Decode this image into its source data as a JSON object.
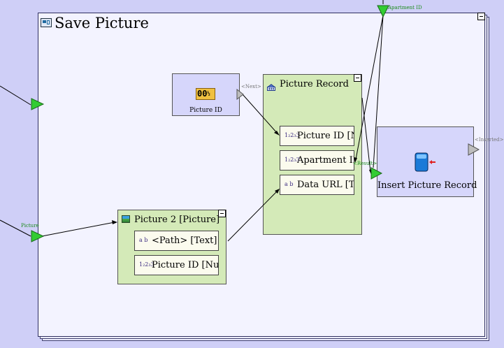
{
  "frame": {
    "title": "Save Picture"
  },
  "nodes": {
    "picture_id_counter": {
      "label": "Picture ID",
      "icon_text": "00"
    },
    "picture_record": {
      "title": "Picture Record",
      "fields": [
        {
          "type_icon": "1₂2₃3",
          "text": "Picture ID  [N"
        },
        {
          "type_icon": "1₂2₃3",
          "text": "Apartment ID"
        },
        {
          "type_icon": "a b",
          "text": "Data URL [Te"
        }
      ]
    },
    "picture2": {
      "title": "Picture 2 [Picture]",
      "fields": [
        {
          "type_icon": "a b",
          "text": "<Path> [Text]"
        },
        {
          "type_icon": "1₂2₃3",
          "text": "Picture ID [Num"
        }
      ]
    },
    "insert_record": {
      "label": "Insert Picture Record"
    }
  },
  "ports": {
    "apartment_id": "Apartment ID",
    "picture": "Picture",
    "next": "<Next>",
    "inserted": "<Inserted>",
    "result": "<Result>"
  },
  "colors": {
    "background": "#cfcff7",
    "purple_node": "#d6d6fb",
    "green_node": "#d4eab8",
    "port_green": "#33cc33",
    "port_grey": "#bdbdbd"
  }
}
